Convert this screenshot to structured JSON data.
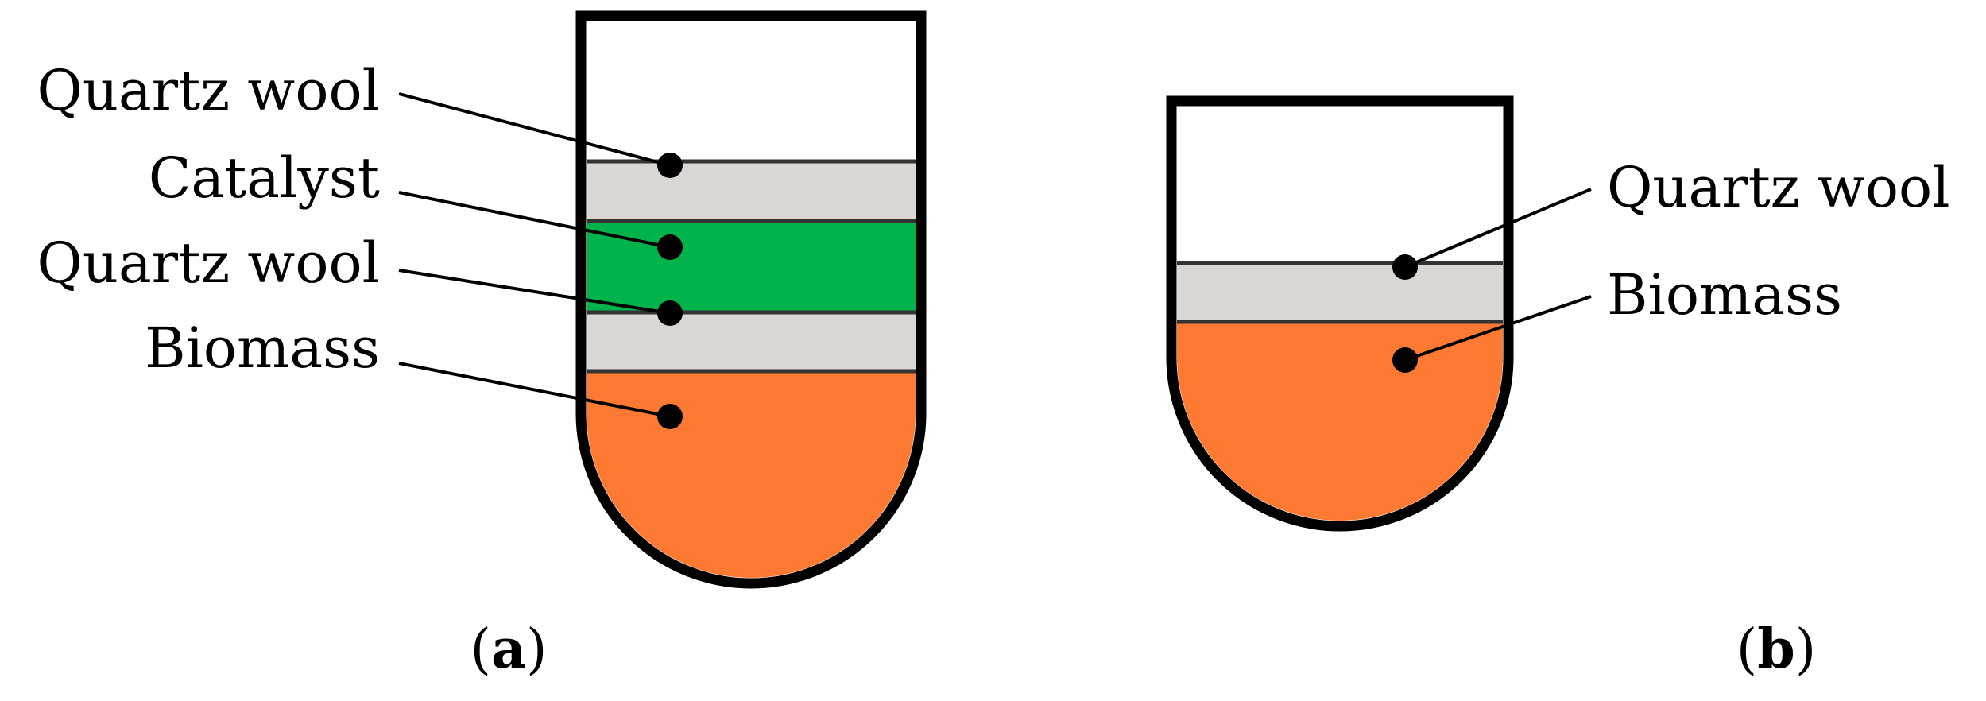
{
  "panel_a": {
    "labels": {
      "quartz_wool_top": "Quartz wool",
      "catalyst": "Catalyst",
      "quartz_wool_bottom": "Quartz wool",
      "biomass": "Biomass"
    },
    "caption": {
      "open": "(",
      "letter": "a",
      "close": ")"
    }
  },
  "panel_b": {
    "labels": {
      "quartz_wool": "Quartz wool",
      "biomass": "Biomass"
    },
    "caption": {
      "open": "(",
      "letter": "b",
      "close": ")"
    }
  },
  "colors": {
    "quartz_wool": "#d9d6d3",
    "catalyst": "#00b34a",
    "biomass": "#fe7a33",
    "outline": "#000000",
    "layer_line": "#333333"
  }
}
